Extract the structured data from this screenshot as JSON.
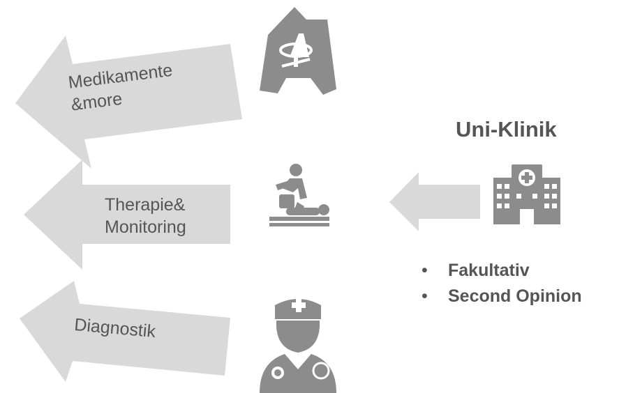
{
  "arrows": [
    {
      "label_line1": "Medikamente",
      "label_line2": "&more",
      "icon": "pharmacy-icon"
    },
    {
      "label_line1": "Therapie&",
      "label_line2": "Monitoring",
      "icon": "physiotherapy-icon"
    },
    {
      "label_line1": "Diagnostik",
      "icon": "doctor-icon"
    }
  ],
  "clinic": {
    "title": "Uni-Klinik",
    "icon": "hospital-icon",
    "bullets": [
      "Fakultativ",
      "Second Opinion"
    ]
  },
  "colors": {
    "arrow_fill": "#d9d9d9",
    "icon_fill": "#8c8c8c",
    "text": "#555555"
  }
}
